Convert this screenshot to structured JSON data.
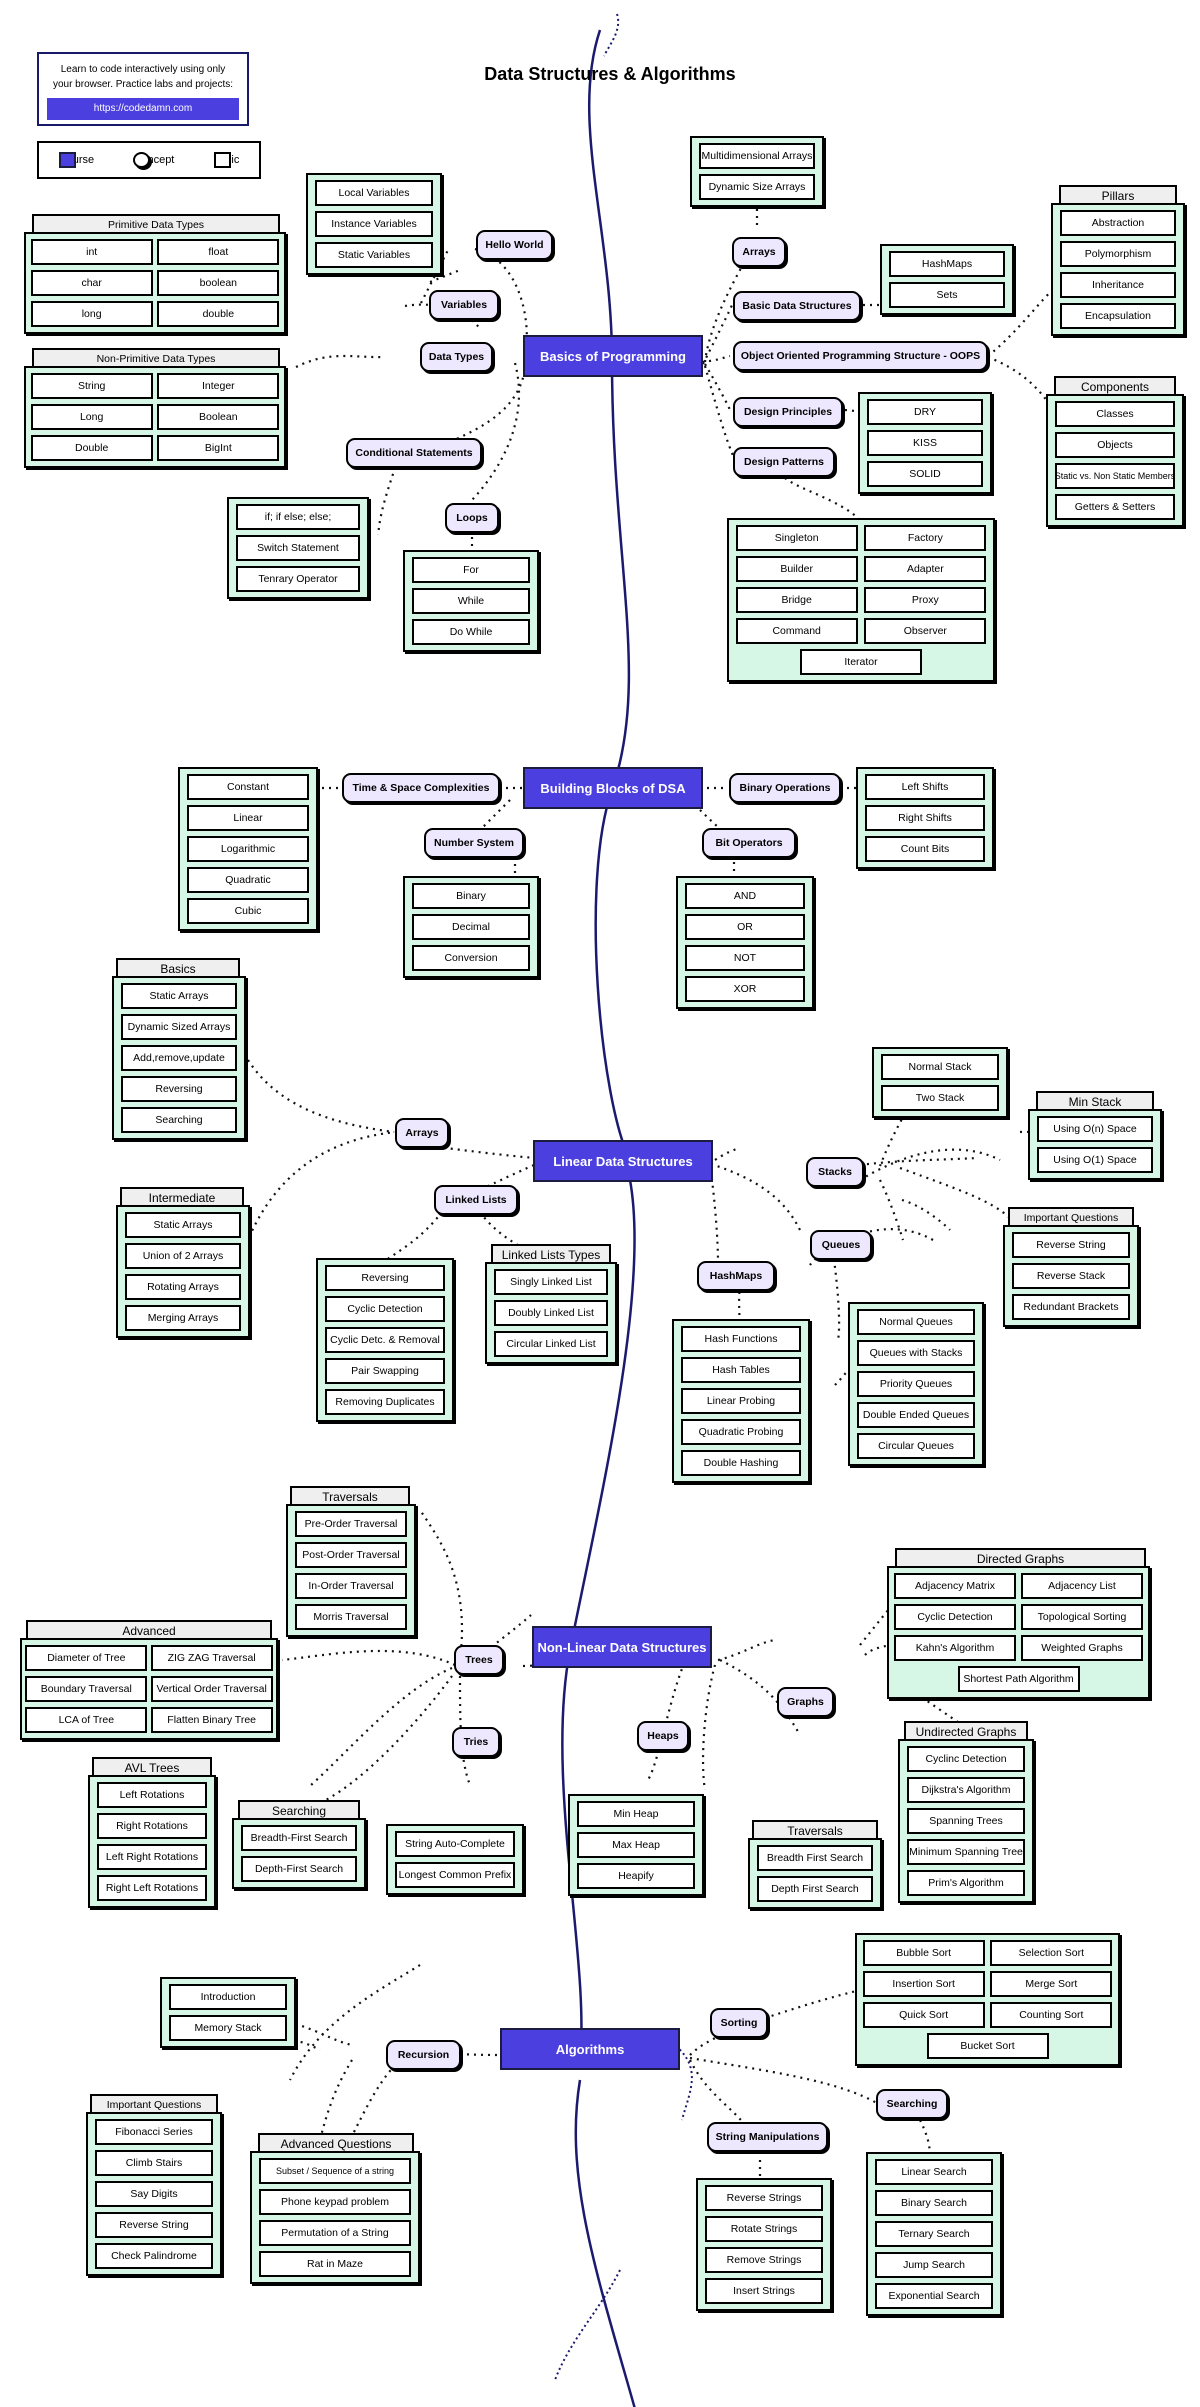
{
  "title": "Data Structures & Algorithms",
  "intro": {
    "text1": "Learn to code interactively using only",
    "text2": "your browser. Practice labs and projects:",
    "link": "https://codedamn.com"
  },
  "legend": {
    "course": "Course",
    "concept": "Concept",
    "topic": "Topic"
  },
  "courses": {
    "basics": "Basics of Programming",
    "blocks": "Building Blocks of DSA",
    "linear": "Linear Data Structures",
    "nonlinear": "Non-Linear Data Structures",
    "algorithms": "Algorithms"
  },
  "concepts": {
    "hello_world": "Hello World",
    "variables": "Variables",
    "data_types": "Data Types",
    "conditional": "Conditional Statements",
    "loops": "Loops",
    "arrays1": "Arrays",
    "basic_ds": "Basic Data Structures",
    "oops": "Object Oriented Programming Structure - OOPS",
    "design_principles": "Design Principles",
    "design_patterns": "Design Patterns",
    "time_space": "Time & Space Complexities",
    "number_system": "Number System",
    "binary_ops": "Binary Operations",
    "bit_ops": "Bit Operators",
    "arrays2": "Arrays",
    "linked_lists": "Linked Lists",
    "hashmaps": "HashMaps",
    "stacks": "Stacks",
    "queues": "Queues",
    "trees": "Trees",
    "tries": "Tries",
    "heaps": "Heaps",
    "graphs": "Graphs",
    "recursion": "Recursion",
    "sorting": "Sorting",
    "string_manip": "String Manipulations",
    "searching": "Searching"
  },
  "groups": {
    "local_vars": {
      "items": [
        "Local Variables",
        "Instance Variables",
        "Static Variables"
      ]
    },
    "primitive": {
      "title": "Primitive Data Types",
      "items": [
        "int",
        "float",
        "char",
        "boolean",
        "long",
        "double"
      ]
    },
    "non_primitive": {
      "title": "Non-Primitive Data Types",
      "items": [
        "String",
        "Integer",
        "Long",
        "Boolean",
        "Double",
        "BigInt"
      ]
    },
    "conditions": {
      "items": [
        "if; if else; else;",
        "Switch Statement",
        "Tenrary Operator"
      ]
    },
    "loops": {
      "items": [
        "For",
        "While",
        "Do While"
      ]
    },
    "arrays_basic": {
      "items": [
        "Multidimensional Arrays",
        "Dynamic Size Arrays"
      ]
    },
    "basic_ds": {
      "items": [
        "HashMaps",
        "Sets"
      ]
    },
    "pillars": {
      "title": "Pillars",
      "items": [
        "Abstraction",
        "Polymorphism",
        "Inheritance",
        "Encapsulation"
      ]
    },
    "components": {
      "title": "Components",
      "items": [
        "Classes",
        "Objects",
        "Static vs. Non Static Members",
        "Getters & Setters"
      ]
    },
    "principles": {
      "items": [
        "DRY",
        "KISS",
        "SOLID"
      ]
    },
    "patterns": {
      "items": [
        "Singleton",
        "Factory",
        "Builder",
        "Adapter",
        "Bridge",
        "Proxy",
        "Command",
        "Observer",
        "Iterator"
      ]
    },
    "complexities": {
      "items": [
        "Constant",
        "Linear",
        "Logarithmic",
        "Quadratic",
        "Cubic"
      ]
    },
    "number_system": {
      "items": [
        "Binary",
        "Decimal",
        "Conversion"
      ]
    },
    "shifts": {
      "items": [
        "Left Shifts",
        "Right Shifts",
        "Count Bits"
      ]
    },
    "bit_ops": {
      "items": [
        "AND",
        "OR",
        "NOT",
        "XOR"
      ]
    },
    "array_basics": {
      "title": "Basics",
      "items": [
        "Static Arrays",
        "Dynamic Sized Arrays",
        "Add,remove,update",
        "Reversing",
        "Searching"
      ]
    },
    "array_inter": {
      "title": "Intermediate",
      "items": [
        "Static Arrays",
        "Union of 2 Arrays",
        "Rotating Arrays",
        "Merging Arrays"
      ]
    },
    "ll_ops": {
      "items": [
        "Reversing",
        "Cyclic Detection",
        "Cyclic Detc. & Removal",
        "Pair Swapping",
        "Removing Duplicates"
      ]
    },
    "ll_types": {
      "title": "Linked Lists Types",
      "items": [
        "Singly Linked List",
        "Doubly Linked List",
        "Circular Linked List"
      ]
    },
    "hash": {
      "items": [
        "Hash Functions",
        "Hash Tables",
        "Linear Probing",
        "Quadratic Probing",
        "Double Hashing"
      ]
    },
    "stack_types": {
      "items": [
        "Normal Stack",
        "Two Stack"
      ]
    },
    "min_stack": {
      "title": "Min Stack",
      "items": [
        "Using O(n) Space",
        "Using O(1) Space"
      ]
    },
    "stack_q": {
      "title": "Important Questions",
      "items": [
        "Reverse String",
        "Reverse Stack",
        "Redundant Brackets"
      ]
    },
    "queues": {
      "items": [
        "Normal Queues",
        "Queues with Stacks",
        "Priority Queues",
        "Double Ended Queues",
        "Circular Queues"
      ]
    },
    "traversals": {
      "title": "Traversals",
      "items": [
        "Pre-Order Traversal",
        "Post-Order Traversal",
        "In-Order Traversal",
        "Morris Traversal"
      ]
    },
    "tree_adv": {
      "title": "Advanced",
      "items": [
        "Diameter of Tree",
        "ZIG ZAG Traversal",
        "Boundary Traversal",
        "Vertical Order Traversal",
        "LCA of Tree",
        "Flatten Binary Tree"
      ]
    },
    "avl": {
      "title": "AVL Trees",
      "items": [
        "Left Rotations",
        "Right Rotations",
        "Left Right Rotations",
        "Right Left Rotations"
      ]
    },
    "tree_search": {
      "title": "Searching",
      "items": [
        "Breadth-First Search",
        "Depth-First Search"
      ]
    },
    "tries": {
      "items": [
        "String Auto-Complete",
        "Longest Common Prefix"
      ]
    },
    "heaps": {
      "items": [
        "Min Heap",
        "Max Heap",
        "Heapify"
      ]
    },
    "directed": {
      "title": "Directed Graphs",
      "items": [
        "Adjacency Matrix",
        "Adjacency List",
        "Cyclic Detection",
        "Topological Sorting",
        "Kahn's Algorithm",
        "Weighted Graphs",
        "Shortest Path Algorithm"
      ]
    },
    "undirected": {
      "title": "Undirected Graphs",
      "items": [
        "Cyclinc Detection",
        "Dijkstra's Algorithm",
        "Spanning Trees",
        "Minimum Spanning Tree",
        "Prim's Algorithm"
      ]
    },
    "graph_trav": {
      "title": "Traversals",
      "items": [
        "Breadth First Search",
        "Depth First Search"
      ]
    },
    "recursion_intro": {
      "items": [
        "Introduction",
        "Memory Stack"
      ]
    },
    "rec_q": {
      "title": "Important Questions",
      "items": [
        "Fibonacci Series",
        "Climb Stairs",
        "Say Digits",
        "Reverse String",
        "Check Palindrome"
      ]
    },
    "rec_adv": {
      "title": "Advanced Questions",
      "items": [
        "Subset / Sequence of a string",
        "Phone keypad problem",
        "Permutation of a String",
        "Rat in Maze"
      ]
    },
    "sorts": {
      "items": [
        "Bubble Sort",
        "Selection Sort",
        "Insertion Sort",
        "Merge Sort",
        "Quick Sort",
        "Counting Sort",
        "Bucket Sort"
      ]
    },
    "strings": {
      "items": [
        "Reverse Strings",
        "Rotate Strings",
        "Remove Strings",
        "Insert Strings"
      ]
    },
    "searches": {
      "items": [
        "Linear Search",
        "Binary Search",
        "Ternary Search",
        "Jump Search",
        "Exponential Search"
      ]
    }
  }
}
